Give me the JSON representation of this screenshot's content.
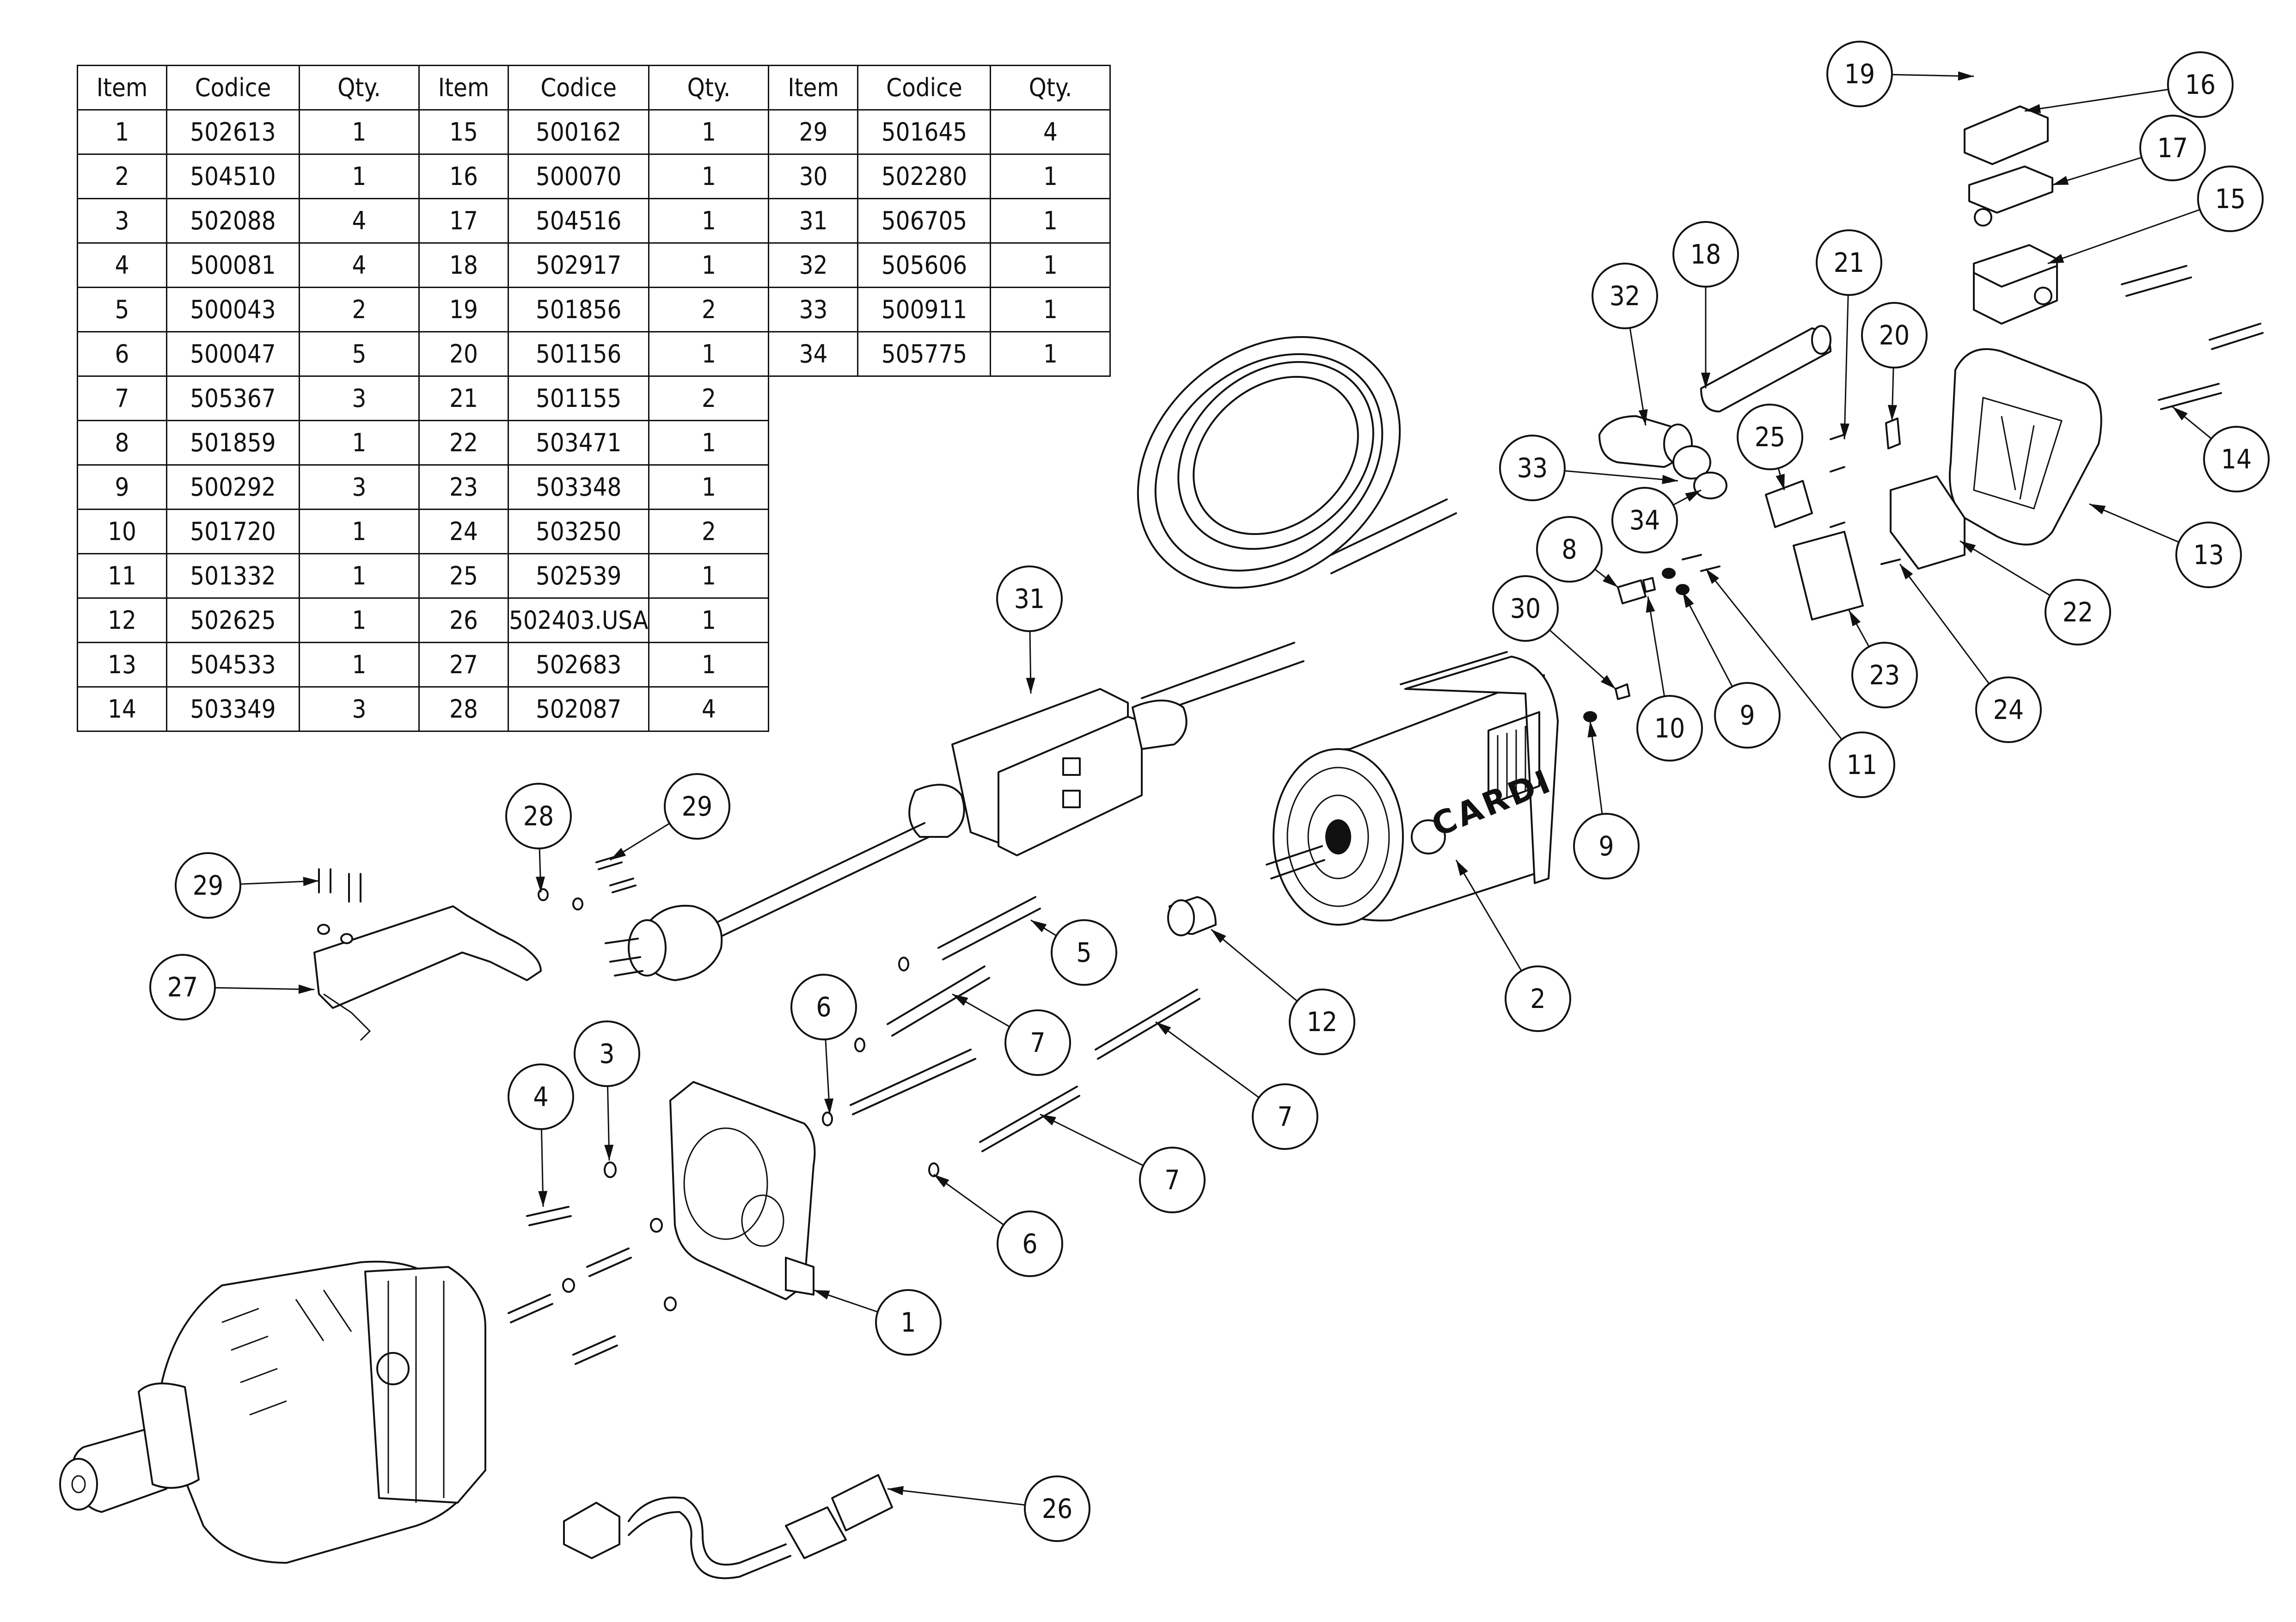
{
  "table": {
    "headers": [
      "Item",
      "Codice",
      "Qty."
    ],
    "rows": [
      [
        [
          "1",
          "502613",
          "1"
        ],
        [
          "15",
          "500162",
          "1"
        ],
        [
          "29",
          "501645",
          "4"
        ]
      ],
      [
        [
          "2",
          "504510",
          "1"
        ],
        [
          "16",
          "500070",
          "1"
        ],
        [
          "30",
          "502280",
          "1"
        ]
      ],
      [
        [
          "3",
          "502088",
          "4"
        ],
        [
          "17",
          "504516",
          "1"
        ],
        [
          "31",
          "506705",
          "1"
        ]
      ],
      [
        [
          "4",
          "500081",
          "4"
        ],
        [
          "18",
          "502917",
          "1"
        ],
        [
          "32",
          "505606",
          "1"
        ]
      ],
      [
        [
          "5",
          "500043",
          "2"
        ],
        [
          "19",
          "501856",
          "2"
        ],
        [
          "33",
          "500911",
          "1"
        ]
      ],
      [
        [
          "6",
          "500047",
          "5"
        ],
        [
          "20",
          "501156",
          "1"
        ],
        [
          "34",
          "505775",
          "1"
        ]
      ],
      [
        [
          "7",
          "505367",
          "3"
        ],
        [
          "21",
          "501155",
          "2"
        ],
        null
      ],
      [
        [
          "8",
          "501859",
          "1"
        ],
        [
          "22",
          "503471",
          "1"
        ],
        null
      ],
      [
        [
          "9",
          "500292",
          "3"
        ],
        [
          "23",
          "503348",
          "1"
        ],
        null
      ],
      [
        [
          "10",
          "501720",
          "1"
        ],
        [
          "24",
          "503250",
          "2"
        ],
        null
      ],
      [
        [
          "11",
          "501332",
          "1"
        ],
        [
          "25",
          "502539",
          "1"
        ],
        null
      ],
      [
        [
          "12",
          "502625",
          "1"
        ],
        [
          "26",
          "502403.USA",
          "1"
        ],
        null
      ],
      [
        [
          "13",
          "504533",
          "1"
        ],
        [
          "27",
          "502683",
          "1"
        ],
        null
      ],
      [
        [
          "14",
          "503349",
          "3"
        ],
        [
          "28",
          "502087",
          "4"
        ],
        null
      ]
    ]
  },
  "brand_label": "CARDI",
  "callouts": [
    "19",
    "16",
    "17",
    "15",
    "14",
    "13",
    "22",
    "24",
    "23",
    "20",
    "21",
    "25",
    "34",
    "33",
    "32",
    "18",
    "8",
    "30",
    "10",
    "9",
    "11",
    "9",
    "31",
    "2",
    "12",
    "28",
    "29",
    "29",
    "27",
    "5",
    "7",
    "6",
    "7",
    "7",
    "6",
    "3",
    "4",
    "1",
    "26"
  ]
}
